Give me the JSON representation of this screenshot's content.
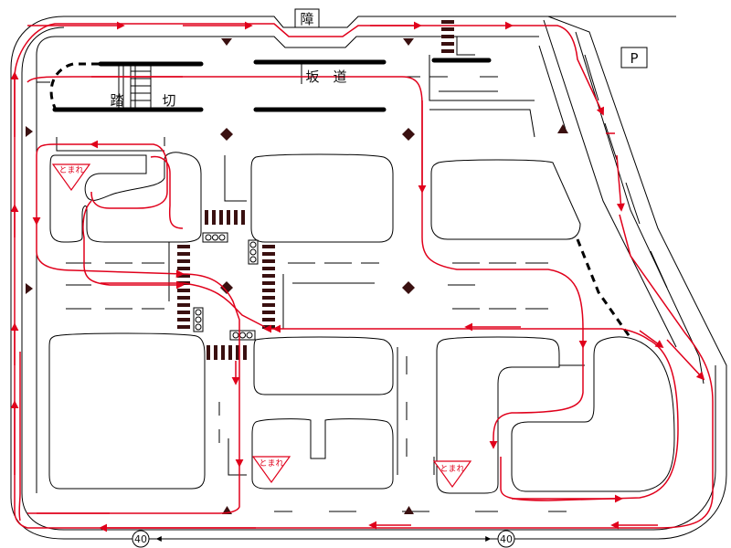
{
  "labels": {
    "obstacle": "障",
    "parking": "P",
    "slope_left": "坂",
    "slope_right": "道",
    "crossing_left": "踏",
    "crossing_right": "切"
  },
  "stop_signs": [
    "とまれ",
    "とまれ",
    "とまれ"
  ],
  "speed_limit_left": "40",
  "speed_limit_right": "40",
  "colors": {
    "route": "#e0001b",
    "road_lines": "#000000",
    "crosswalk": "#3a1010",
    "marker": "#3a1010"
  },
  "icons": [
    "traffic-light-icon",
    "crosswalk-icon",
    "stop-sign-icon",
    "diamond-marker-icon",
    "triangle-marker-icon",
    "speed-limit-icon"
  ]
}
